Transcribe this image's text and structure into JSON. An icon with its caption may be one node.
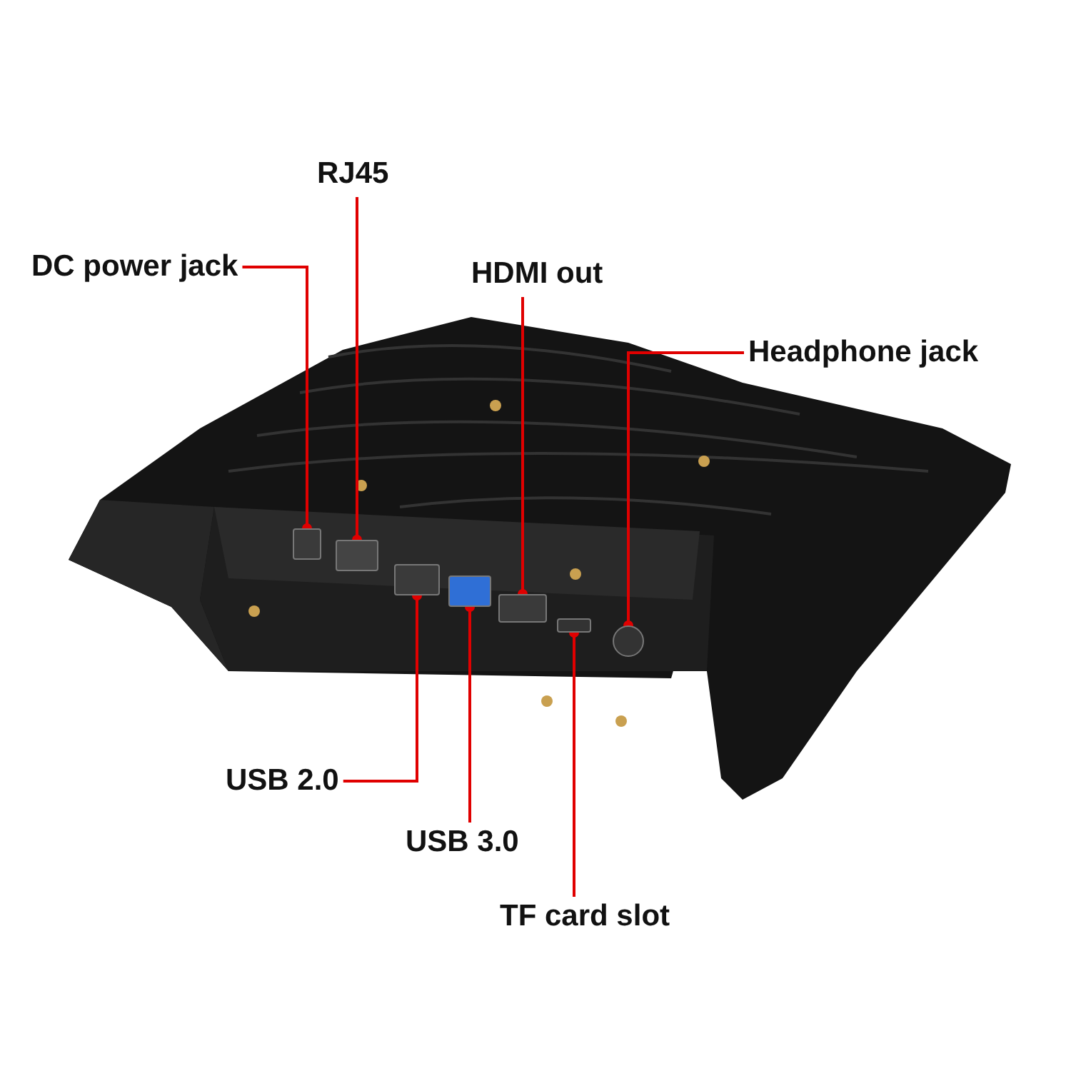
{
  "diagram": {
    "nodes": [
      {
        "text": [
          "DC power jack"
        ]
      },
      {
        "text": [
          "RJ45"
        ]
      },
      {
        "text": [
          "HDMI out"
        ]
      },
      {
        "text": [
          "Headphone jack"
        ]
      },
      {
        "text": [
          "USB 2.0"
        ]
      },
      {
        "text": [
          "USB 3.0"
        ]
      },
      {
        "text": [
          "TF card slot"
        ]
      },
      {
        "text": [],
        "shape": "box"
      },
      {
        "text": [],
        "shape": "box"
      },
      {
        "text": [],
        "shape": "box"
      },
      {
        "text": [],
        "shape": "box"
      },
      {
        "text": [],
        "shape": "box"
      },
      {
        "text": [],
        "shape": "box"
      },
      {
        "text": [],
        "shape": "circle"
      }
    ],
    "edges": [
      {
        "from": 0,
        "to": 7,
        "arrow": "other"
      },
      {
        "from": 1,
        "to": 8,
        "arrow": "other"
      },
      {
        "from": 2,
        "to": 11,
        "arrow": "other"
      },
      {
        "from": 3,
        "to": 13,
        "arrow": "other"
      },
      {
        "from": 4,
        "to": 9,
        "arrow": "other"
      },
      {
        "from": 5,
        "to": 10,
        "arrow": "other"
      },
      {
        "from": 6,
        "to": 12,
        "arrow": "other"
      }
    ]
  }
}
